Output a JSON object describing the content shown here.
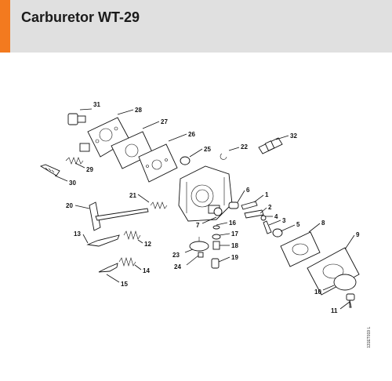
{
  "header": {
    "title": "Carburetor WT-29",
    "accent_color": "#f37a1f",
    "background_color": "#e0e0e0"
  },
  "diagram": {
    "ref_code": "131ET019 L",
    "callouts": [
      {
        "n": "1",
        "name": "callout-1"
      },
      {
        "n": "2",
        "name": "callout-2"
      },
      {
        "n": "3",
        "name": "callout-3"
      },
      {
        "n": "4",
        "name": "callout-4"
      },
      {
        "n": "5",
        "name": "callout-5"
      },
      {
        "n": "6",
        "name": "callout-6"
      },
      {
        "n": "7",
        "name": "callout-7"
      },
      {
        "n": "8",
        "name": "callout-8"
      },
      {
        "n": "9",
        "name": "callout-9"
      },
      {
        "n": "10",
        "name": "callout-10"
      },
      {
        "n": "11",
        "name": "callout-11"
      },
      {
        "n": "12",
        "name": "callout-12"
      },
      {
        "n": "13",
        "name": "callout-13"
      },
      {
        "n": "14",
        "name": "callout-14"
      },
      {
        "n": "15",
        "name": "callout-15"
      },
      {
        "n": "16",
        "name": "callout-16"
      },
      {
        "n": "17",
        "name": "callout-17"
      },
      {
        "n": "18",
        "name": "callout-18"
      },
      {
        "n": "19",
        "name": "callout-19"
      },
      {
        "n": "20",
        "name": "callout-20"
      },
      {
        "n": "21",
        "name": "callout-21"
      },
      {
        "n": "22",
        "name": "callout-22"
      },
      {
        "n": "23",
        "name": "callout-23"
      },
      {
        "n": "24",
        "name": "callout-24"
      },
      {
        "n": "25",
        "name": "callout-25"
      },
      {
        "n": "26",
        "name": "callout-26"
      },
      {
        "n": "27",
        "name": "callout-27"
      },
      {
        "n": "28",
        "name": "callout-28"
      },
      {
        "n": "29",
        "name": "callout-29"
      },
      {
        "n": "30",
        "name": "callout-30"
      },
      {
        "n": "31",
        "name": "callout-31"
      },
      {
        "n": "32",
        "name": "callout-32"
      }
    ]
  }
}
